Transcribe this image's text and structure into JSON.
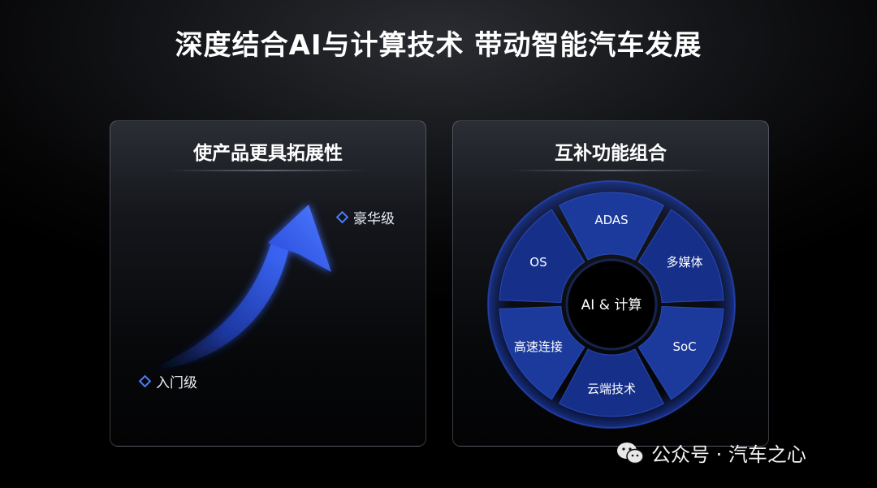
{
  "title": "深度结合AI与计算技术 带动智能汽车发展",
  "left_panel": {
    "title": "使产品更具拓展性",
    "top_level": "豪华级",
    "bottom_level": "入门级"
  },
  "right_panel": {
    "title": "互补功能组合",
    "center": "AI & 计算",
    "segments": [
      "ADAS",
      "多媒体",
      "SoC",
      "云端技术",
      "高速连接",
      "OS"
    ]
  },
  "watermark": {
    "text": "公众号 · 汽车之心",
    "icon": "wechat-icon"
  },
  "colors": {
    "accent": "#2f5bff",
    "segment_fill": "#1d3b8f",
    "background": "#000000"
  }
}
